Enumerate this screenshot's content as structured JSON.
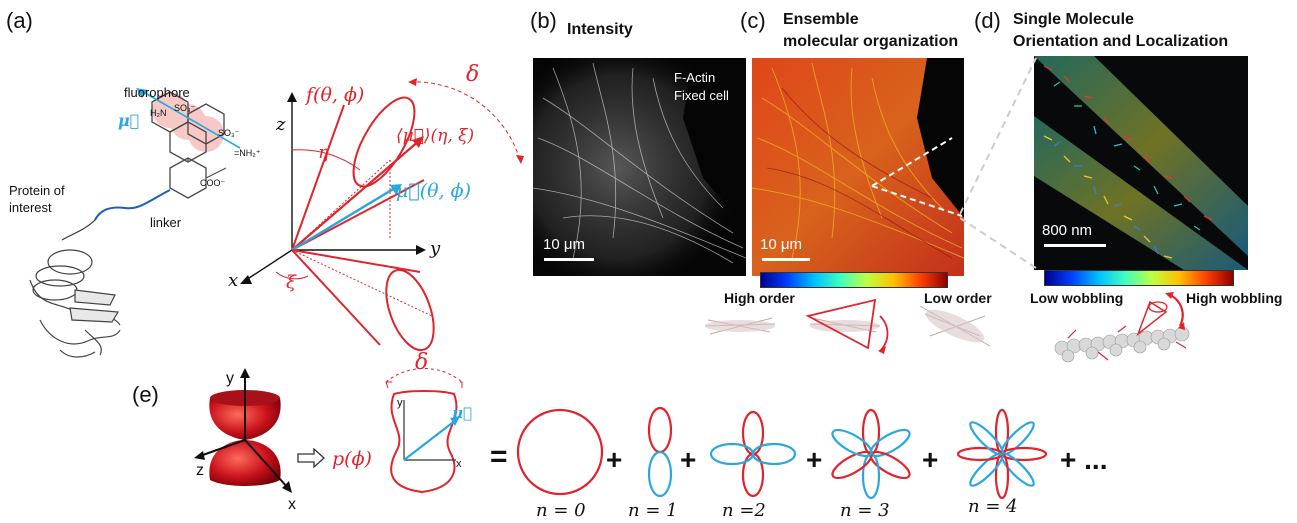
{
  "panels": {
    "a": {
      "label": "(a)",
      "fluorophore": "fluorophore",
      "protein": "Protein of\ninterest",
      "linker": "linker",
      "mu": "μ⃗",
      "so3a": "SO₃⁻",
      "so3b": "SO₃⁻",
      "h2n": "H₂N",
      "nh2": "=NH₂⁺",
      "coo": "COO⁻"
    },
    "geom": {
      "z": "z",
      "y": "y",
      "x": "x",
      "f": "f(θ, ϕ)",
      "mu_avg": "⟨μ⃗⟩(η, ξ)",
      "mu_theta": "μ⃗(θ, ϕ)",
      "eta": "η",
      "xi": "ξ",
      "delta": "δ"
    },
    "b": {
      "label": "(b)",
      "title": "Intensity",
      "annotation1": "F-Actin",
      "annotation2": "Fixed cell",
      "scalebar": "10 μm"
    },
    "c": {
      "label": "(c)",
      "title_line1": "Ensemble",
      "title_line2": "molecular organization",
      "scalebar": "10 μm",
      "cbar_left": "High order",
      "cbar_right": "Low order"
    },
    "d": {
      "label": "(d)",
      "title_line1": "Single Molecule",
      "title_line2": "Orientation and Localization",
      "scalebar": "800 nm",
      "cbar_left": "Low wobbling",
      "cbar_right": "High wobbling"
    },
    "e": {
      "label": "(e)",
      "y": "y",
      "z": "z",
      "x": "x",
      "p": "p(ϕ)",
      "delta": "δ",
      "small_y": "y",
      "small_x": "x",
      "mu": "μ⃗",
      "equals": "=",
      "plus": "+",
      "ellipsis": "+ ...",
      "terms": [
        "n = 0",
        "n = 1",
        "n =2",
        "n = 3",
        "n = 4"
      ]
    }
  },
  "colors": {
    "red": "#e0242c",
    "blue": "#29a8e0"
  }
}
